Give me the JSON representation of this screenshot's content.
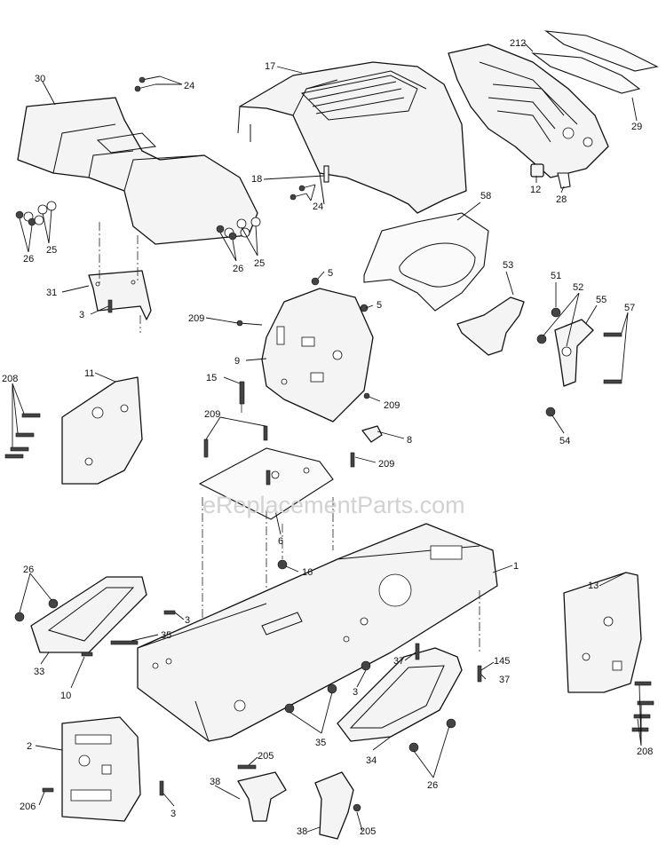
{
  "watermark": "eReplacementParts.com",
  "callouts": [
    {
      "id": "30",
      "text": "30"
    },
    {
      "id": "24a",
      "text": "24"
    },
    {
      "id": "17",
      "text": "17"
    },
    {
      "id": "212",
      "text": "212"
    },
    {
      "id": "29",
      "text": "29"
    },
    {
      "id": "18",
      "text": "18"
    },
    {
      "id": "24b",
      "text": "24"
    },
    {
      "id": "12",
      "text": "12"
    },
    {
      "id": "28",
      "text": "28"
    },
    {
      "id": "26a",
      "text": "26"
    },
    {
      "id": "25a",
      "text": "25"
    },
    {
      "id": "26b",
      "text": "26"
    },
    {
      "id": "25b",
      "text": "25"
    },
    {
      "id": "58",
      "text": "58"
    },
    {
      "id": "5a",
      "text": "5"
    },
    {
      "id": "31",
      "text": "31"
    },
    {
      "id": "53",
      "text": "53"
    },
    {
      "id": "51",
      "text": "51"
    },
    {
      "id": "52",
      "text": "52"
    },
    {
      "id": "55",
      "text": "55"
    },
    {
      "id": "57",
      "text": "57"
    },
    {
      "id": "5b",
      "text": "5"
    },
    {
      "id": "3a",
      "text": "3"
    },
    {
      "id": "209a",
      "text": "209"
    },
    {
      "id": "9",
      "text": "9"
    },
    {
      "id": "11",
      "text": "11"
    },
    {
      "id": "208a",
      "text": "208"
    },
    {
      "id": "15",
      "text": "15"
    },
    {
      "id": "209b",
      "text": "209"
    },
    {
      "id": "54",
      "text": "54"
    },
    {
      "id": "209c",
      "text": "209"
    },
    {
      "id": "8",
      "text": "8"
    },
    {
      "id": "209d",
      "text": "209"
    },
    {
      "id": "6",
      "text": "6"
    },
    {
      "id": "1",
      "text": "1"
    },
    {
      "id": "26c",
      "text": "26"
    },
    {
      "id": "16",
      "text": "16"
    },
    {
      "id": "13",
      "text": "13"
    },
    {
      "id": "3b",
      "text": "3"
    },
    {
      "id": "35a",
      "text": "35"
    },
    {
      "id": "33",
      "text": "33"
    },
    {
      "id": "10",
      "text": "10"
    },
    {
      "id": "37a",
      "text": "37"
    },
    {
      "id": "145",
      "text": "145"
    },
    {
      "id": "3c",
      "text": "3"
    },
    {
      "id": "37b",
      "text": "37"
    },
    {
      "id": "35b",
      "text": "35"
    },
    {
      "id": "2",
      "text": "2"
    },
    {
      "id": "208b",
      "text": "208"
    },
    {
      "id": "205a",
      "text": "205"
    },
    {
      "id": "34",
      "text": "34"
    },
    {
      "id": "26d",
      "text": "26"
    },
    {
      "id": "206",
      "text": "206"
    },
    {
      "id": "3d",
      "text": "3"
    },
    {
      "id": "38a",
      "text": "38"
    },
    {
      "id": "38b",
      "text": "38"
    },
    {
      "id": "205b",
      "text": "205"
    }
  ]
}
